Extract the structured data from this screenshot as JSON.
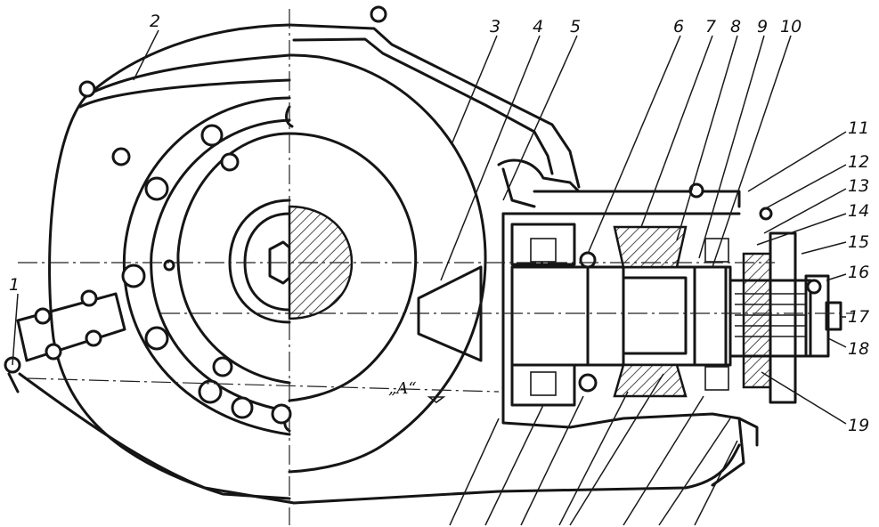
{
  "diagram": {
    "callouts": [
      {
        "id": "1",
        "label": "1"
      },
      {
        "id": "2",
        "label": "2"
      },
      {
        "id": "3",
        "label": "3"
      },
      {
        "id": "4",
        "label": "4"
      },
      {
        "id": "5",
        "label": "5"
      },
      {
        "id": "6",
        "label": "6"
      },
      {
        "id": "7",
        "label": "7"
      },
      {
        "id": "8",
        "label": "8"
      },
      {
        "id": "9",
        "label": "9"
      },
      {
        "id": "10",
        "label": "10"
      },
      {
        "id": "11",
        "label": "11"
      },
      {
        "id": "12",
        "label": "12"
      },
      {
        "id": "13",
        "label": "13"
      },
      {
        "id": "14",
        "label": "14"
      },
      {
        "id": "15",
        "label": "15"
      },
      {
        "id": "16",
        "label": "16"
      },
      {
        "id": "17",
        "label": "17"
      },
      {
        "id": "18",
        "label": "18"
      },
      {
        "id": "19",
        "label": "19"
      }
    ],
    "section_mark": "„A“"
  }
}
